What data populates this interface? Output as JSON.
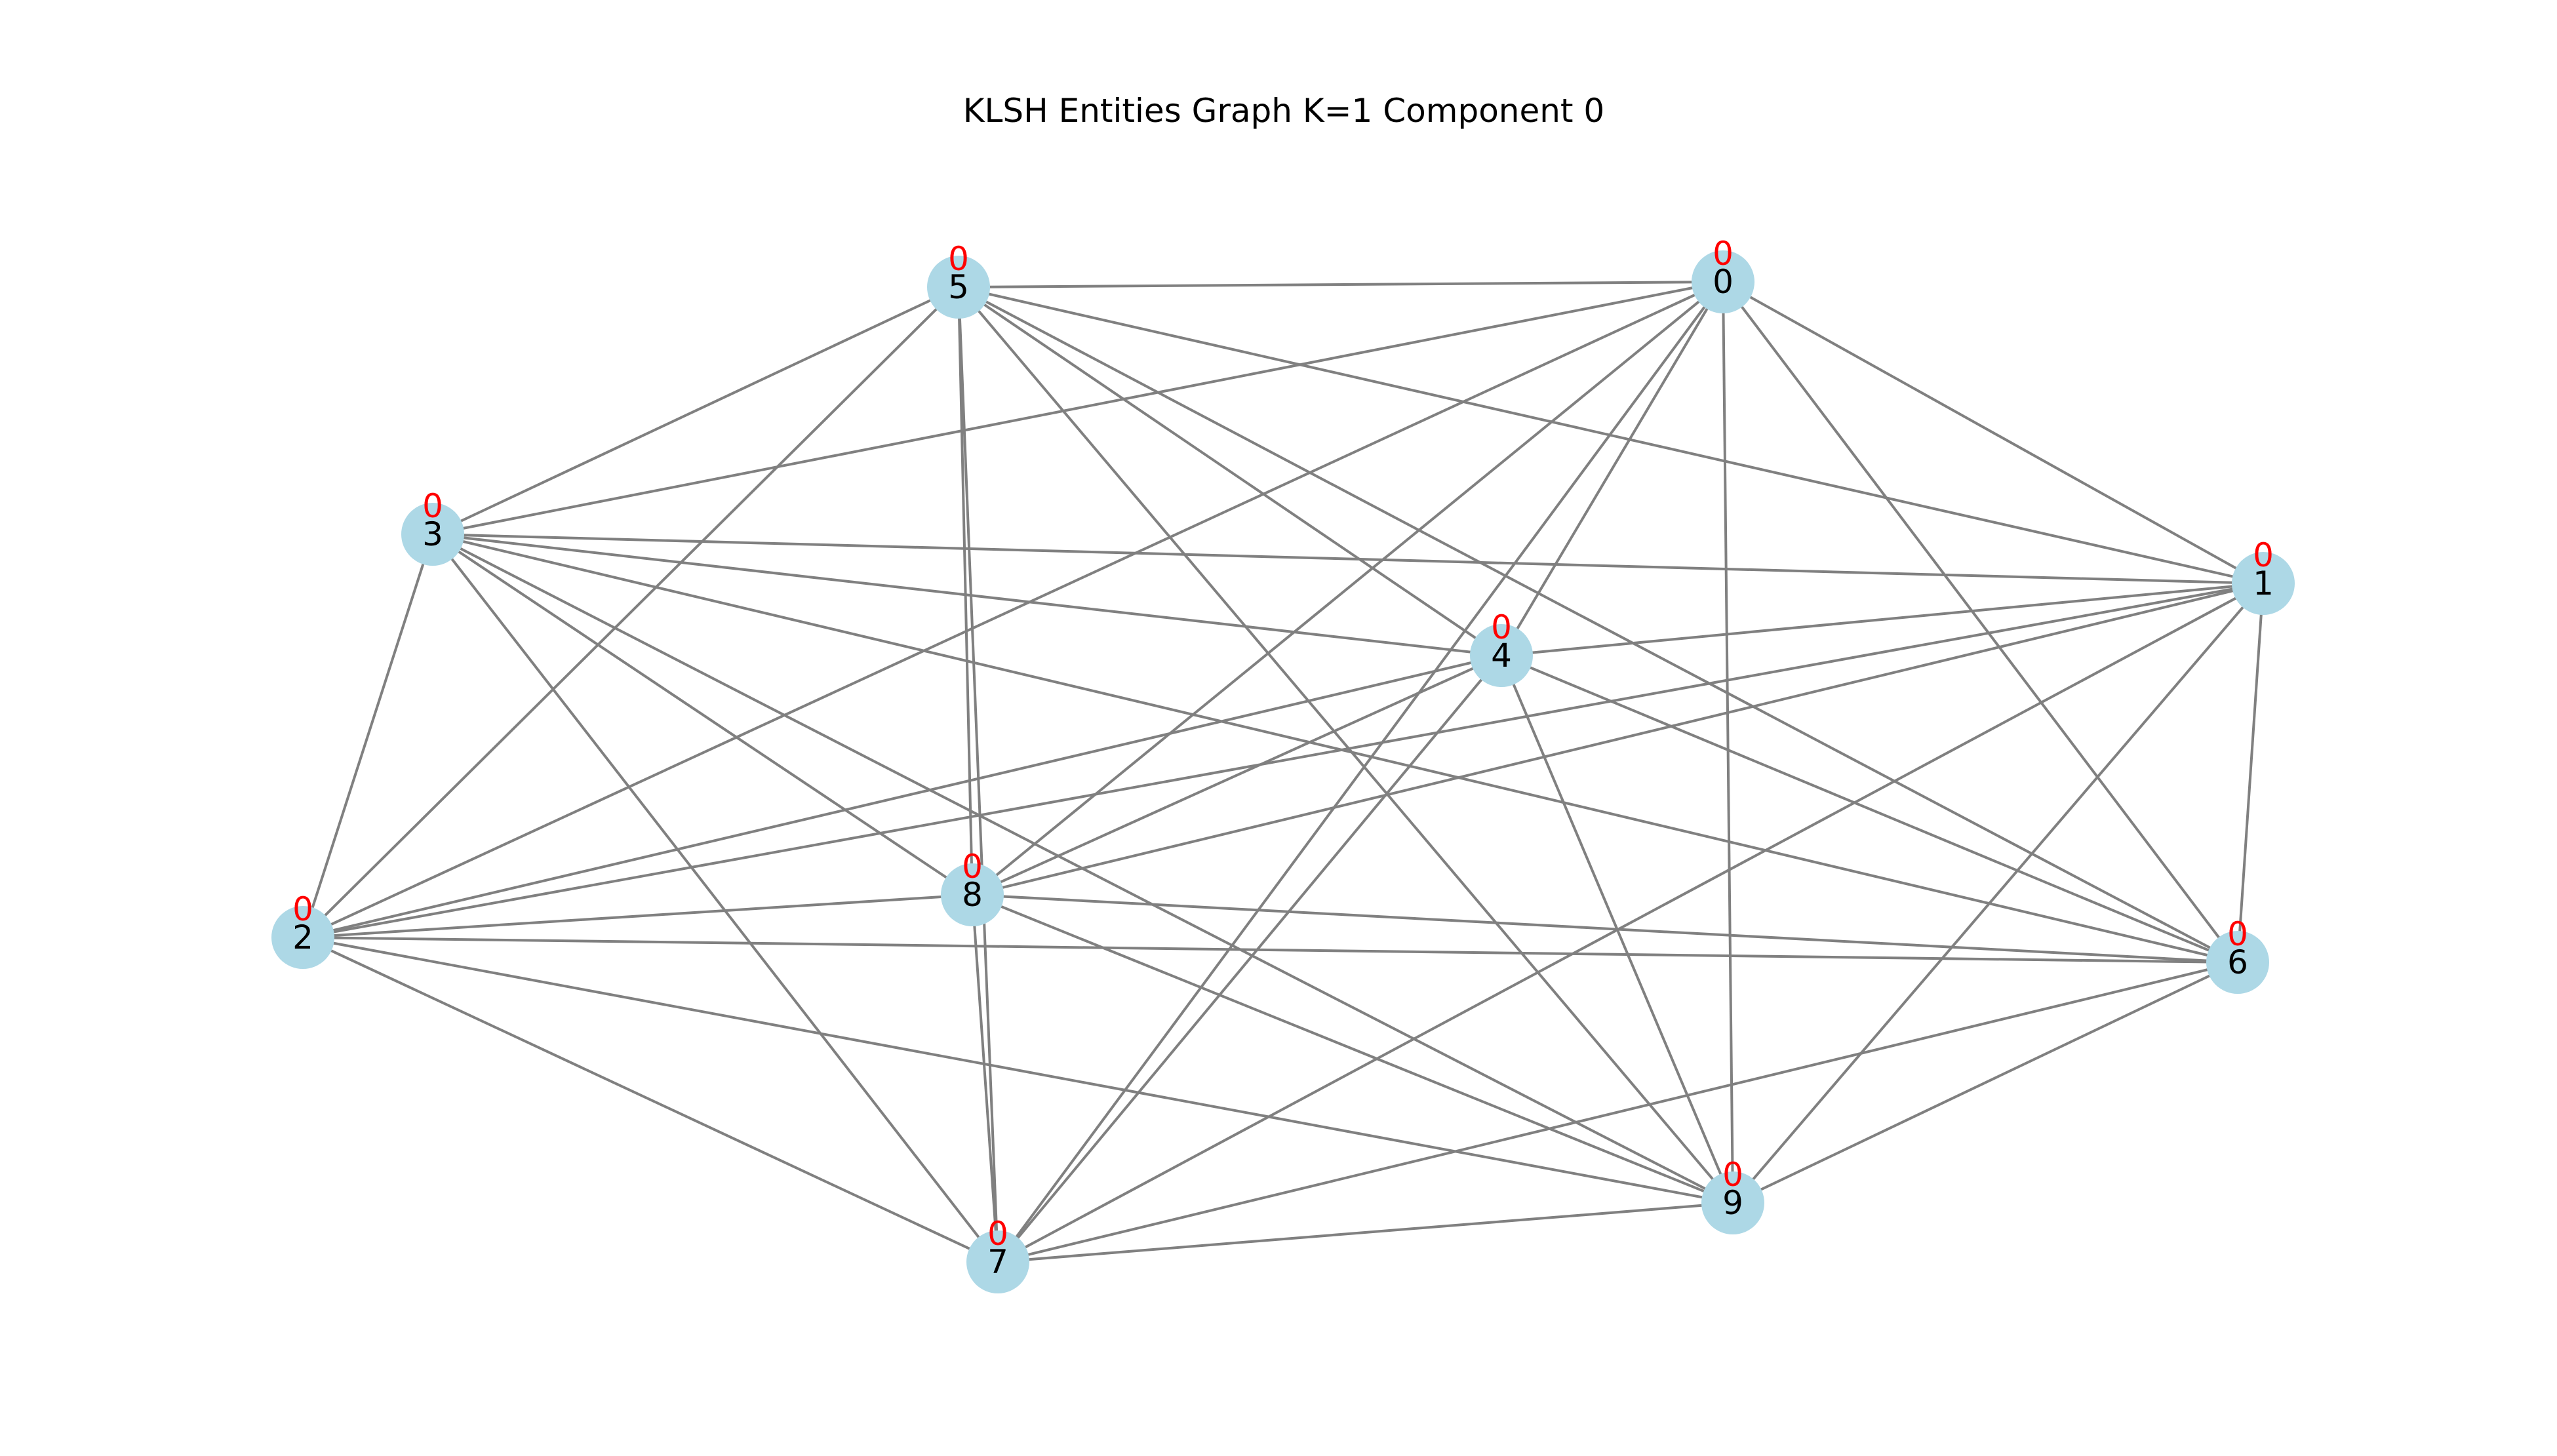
{
  "title": "KLSH Entities Graph K=1 Component 0",
  "colors": {
    "node_fill": "#add8e6",
    "edge_stroke": "#808080",
    "tag_text": "#ff0000",
    "label_text": "#000000"
  },
  "nodes": [
    {
      "id": "0",
      "tag": "0"
    },
    {
      "id": "1",
      "tag": "0"
    },
    {
      "id": "2",
      "tag": "0"
    },
    {
      "id": "3",
      "tag": "0"
    },
    {
      "id": "4",
      "tag": "0"
    },
    {
      "id": "5",
      "tag": "0"
    },
    {
      "id": "6",
      "tag": "0"
    },
    {
      "id": "7",
      "tag": "0"
    },
    {
      "id": "8",
      "tag": "0"
    },
    {
      "id": "9",
      "tag": "0"
    }
  ],
  "edges": [
    [
      "5",
      "0"
    ],
    [
      "5",
      "3"
    ],
    [
      "5",
      "2"
    ],
    [
      "5",
      "8"
    ],
    [
      "5",
      "7"
    ],
    [
      "5",
      "4"
    ],
    [
      "5",
      "9"
    ],
    [
      "5",
      "6"
    ],
    [
      "5",
      "1"
    ],
    [
      "0",
      "3"
    ],
    [
      "0",
      "2"
    ],
    [
      "0",
      "8"
    ],
    [
      "0",
      "4"
    ],
    [
      "0",
      "7"
    ],
    [
      "0",
      "9"
    ],
    [
      "0",
      "6"
    ],
    [
      "0",
      "1"
    ],
    [
      "3",
      "1"
    ],
    [
      "3",
      "4"
    ],
    [
      "3",
      "2"
    ],
    [
      "3",
      "7"
    ],
    [
      "3",
      "8"
    ],
    [
      "3",
      "9"
    ],
    [
      "3",
      "6"
    ],
    [
      "1",
      "4"
    ],
    [
      "1",
      "2"
    ],
    [
      "1",
      "8"
    ],
    [
      "1",
      "7"
    ],
    [
      "1",
      "9"
    ],
    [
      "1",
      "6"
    ],
    [
      "4",
      "2"
    ],
    [
      "4",
      "8"
    ],
    [
      "4",
      "7"
    ],
    [
      "4",
      "9"
    ],
    [
      "4",
      "6"
    ],
    [
      "8",
      "2"
    ],
    [
      "8",
      "6"
    ],
    [
      "8",
      "7"
    ],
    [
      "8",
      "9"
    ],
    [
      "2",
      "6"
    ],
    [
      "2",
      "9"
    ],
    [
      "2",
      "7"
    ],
    [
      "6",
      "7"
    ],
    [
      "6",
      "9"
    ],
    [
      "7",
      "9"
    ]
  ]
}
